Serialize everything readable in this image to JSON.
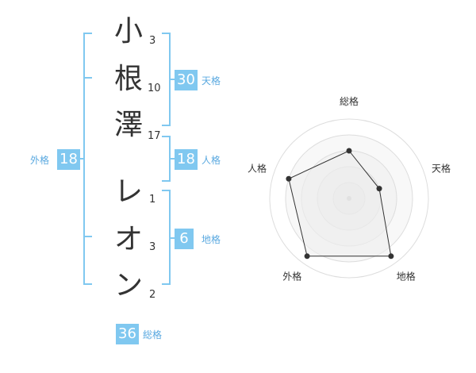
{
  "name": {
    "chars": [
      {
        "char": "小",
        "strokes": "3"
      },
      {
        "char": "根",
        "strokes": "10"
      },
      {
        "char": "澤",
        "strokes": "17"
      },
      {
        "char": "レ",
        "strokes": "1"
      },
      {
        "char": "オ",
        "strokes": "3"
      },
      {
        "char": "ン",
        "strokes": "2"
      }
    ]
  },
  "fortunes": {
    "tenkaku": {
      "label": "天格",
      "value": "30"
    },
    "jinkaku": {
      "label": "人格",
      "value": "18"
    },
    "chikaku": {
      "label": "地格",
      "value": "6"
    },
    "gaikaku": {
      "label": "外格",
      "value": "18"
    },
    "soukaku": {
      "label": "総格",
      "value": "36"
    }
  },
  "radar": {
    "axes": [
      "総格",
      "天格",
      "地格",
      "外格",
      "人格"
    ],
    "values": [
      0.6,
      0.4,
      0.9,
      0.9,
      0.8
    ],
    "line_color": "#333333",
    "fill_color": "#eeeeee",
    "ring_color": "#dddddd"
  },
  "colors": {
    "bracket": "#80c8f0",
    "badge": "#80c8f0",
    "label": "#5aa9e0"
  }
}
